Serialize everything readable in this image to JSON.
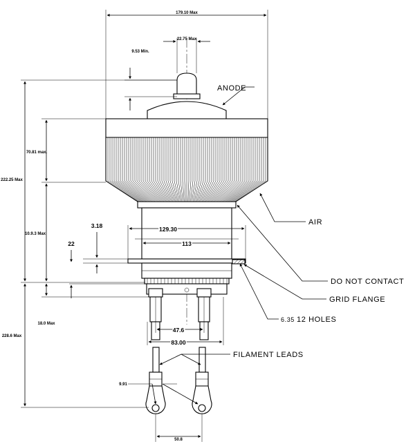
{
  "dimensions": {
    "overall_width": "179.10 Max",
    "anode_stem": "22.75 Max",
    "stem_height": "9.53 Min.",
    "radiator_height": "70.81 max.",
    "overall_height": "222.25 Max",
    "body_height": "10.9.3 Max",
    "flange_thickness": "3.18",
    "flange_offset": "22",
    "flange_dia": "129.30",
    "body_dia": "113",
    "base_height": "18.0 Max",
    "lead_height": "228.6 Max",
    "inner_pins": "47.6",
    "outer_pins": "83.00",
    "lug_hole": "9.91",
    "lug_spacing": "50.8",
    "hole_size": "6.35"
  },
  "labels": {
    "anode": "ANODE",
    "air": "AIR",
    "do_not_contact": "DO NOT CONTACT",
    "grid_flange": "GRID FLANGE",
    "holes": "12 HOLES",
    "filament_leads": "FILAMENT LEADS"
  },
  "colors": {
    "line": "#000000",
    "background": "#ffffff"
  }
}
